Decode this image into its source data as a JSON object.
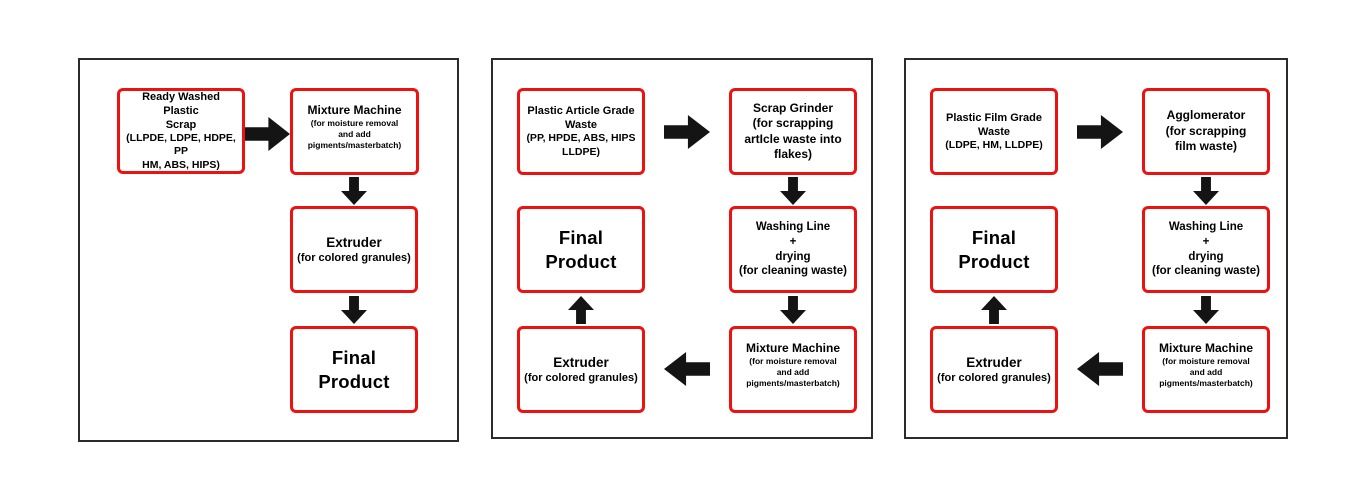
{
  "colors": {
    "box_border": "#ed1212",
    "arrow": "#141414",
    "panel_border": "#2b2b2b",
    "background": "#ffffff",
    "text": "#000000"
  },
  "panels": [
    {
      "name": "ready-washed-plastic-scrap-flow",
      "nodes": [
        {
          "title": "Ready Washed Plastic\nScrap",
          "sub": "(LLPDE, LDPE, HDPE, PP\nHM, ABS, HIPS)"
        },
        {
          "title": "Mixture Machine",
          "sub": "(for moisture removal\nand add pigments/masterbatch)"
        },
        {
          "title": "Extruder",
          "sub": "(for colored granules)"
        },
        {
          "title": "Final Product"
        }
      ]
    },
    {
      "name": "plastic-article-grade-waste-flow",
      "nodes": [
        {
          "title": "Plastic Article Grade\nWaste",
          "sub": "(PP, HPDE, ABS, HIPS\nLLDPE)"
        },
        {
          "title": "Scrap Grinder",
          "sub": "(for scrapping\nartIcle waste into\nflakes)"
        },
        {
          "title": "Washing Line",
          "sub": "+\ndrying\n(for cleaning waste)"
        },
        {
          "title": "Mixture Machine",
          "sub": "(for moisture removal\nand add pigments/masterbatch)"
        },
        {
          "title": "Extruder",
          "sub": "(for colored granules)"
        },
        {
          "title": "Final Product"
        }
      ]
    },
    {
      "name": "plastic-film-grade-waste-flow",
      "nodes": [
        {
          "title": "Plastic Film Grade\nWaste",
          "sub": "(LDPE, HM, LLDPE)"
        },
        {
          "title": "Agglomerator",
          "sub": "(for scrapping\nfilm waste)"
        },
        {
          "title": "Washing Line",
          "sub": "+\ndrying\n(for cleaning waste)"
        },
        {
          "title": "Mixture Machine",
          "sub": "(for moisture removal\nand add pigments/masterbatch)"
        },
        {
          "title": "Extruder",
          "sub": "(for colored granules)"
        },
        {
          "title": "Final Product"
        }
      ]
    }
  ]
}
